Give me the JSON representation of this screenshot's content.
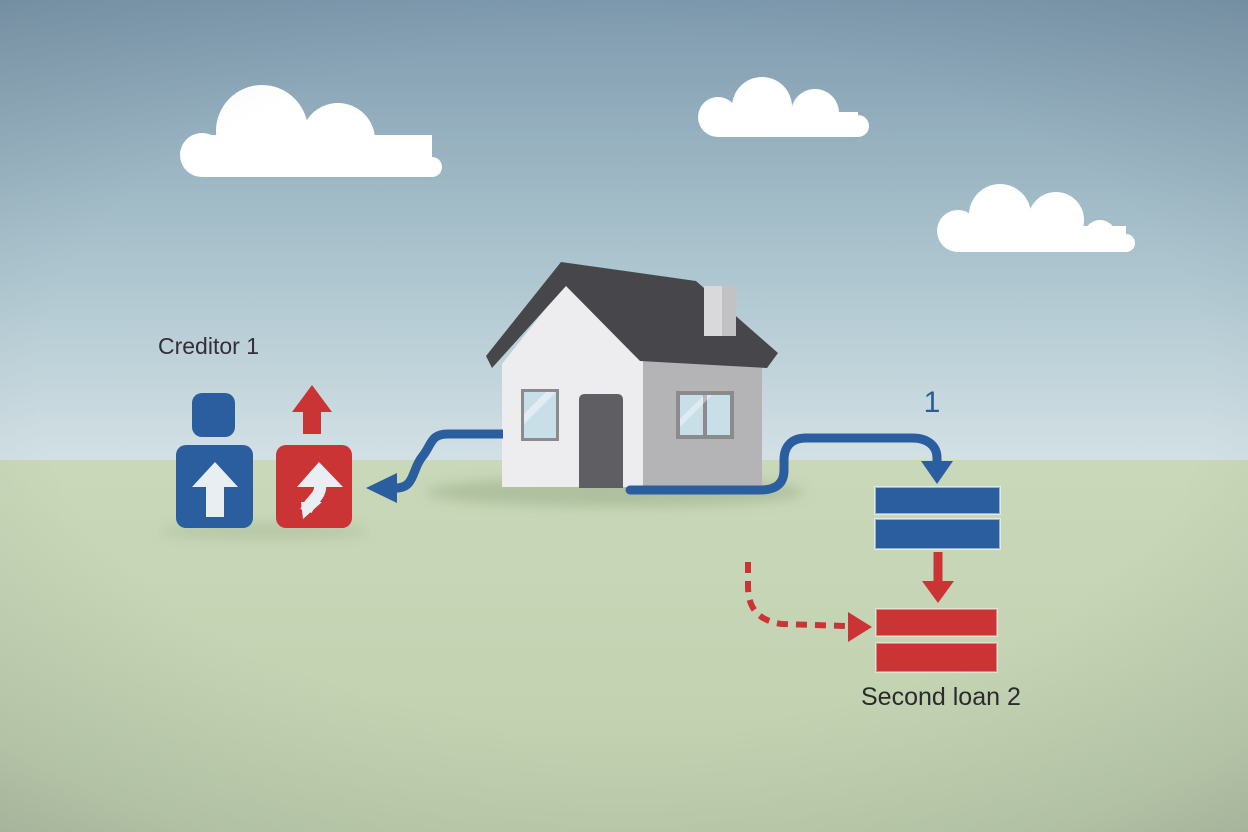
{
  "labels": {
    "creditor": "Creditor 1",
    "flow_number": "1",
    "second_loan": "Second loan 2"
  },
  "icons": {
    "clouds": "cloud-icon",
    "house": "house-icon",
    "creditor_person": "creditor-person-icon",
    "equity_growth": "growth-arrow-icon",
    "arrow_to_creditor": "curved-arrow-left-icon",
    "arrow_house_to_first_loan": "curved-arrow-down-icon",
    "first_loan_bars": "first-loan-bars-icon",
    "arrow_first_to_second_loan": "arrow-down-icon",
    "second_loan_bars": "second-loan-bars-icon",
    "dashed_arrow_to_second_loan": "dashed-arrow-right-icon"
  },
  "flows": [
    {
      "from": "house",
      "to": "creditor",
      "style": "solid-blue-arrow"
    },
    {
      "from": "house",
      "to": "first-loan",
      "style": "solid-blue-arrow",
      "label": "1"
    },
    {
      "from": "first-loan",
      "to": "second-loan",
      "style": "solid-red-arrow"
    },
    {
      "from": "offscreen-left",
      "to": "second-loan",
      "style": "dashed-red-arrow"
    }
  ],
  "colors": {
    "sky_top": "#7e9aae",
    "sky_mid": "#aac3cd",
    "sky_horizon": "#d3e1e5",
    "ground_top": "#c9d8b9",
    "ground_bottom": "#c0d0ae",
    "primary_blue": "#2b5e9e",
    "primary_red": "#cb3434",
    "roof_gray": "#47474b",
    "wall_front": "#ededef",
    "wall_side": "#b4b4b7",
    "door_gray": "#5f5f63",
    "window_glass": "#c9dfe8",
    "window_frame": "#8b8b8e",
    "chimney_front": "#d9d9dc",
    "chimney_side": "#c2c2c5",
    "cloud_white": "#ffffff",
    "label_dark": "#322e3a",
    "number_blue": "#2d5c95",
    "text_dark": "#2b2b2b",
    "arrow_white": "#e9eef3"
  }
}
